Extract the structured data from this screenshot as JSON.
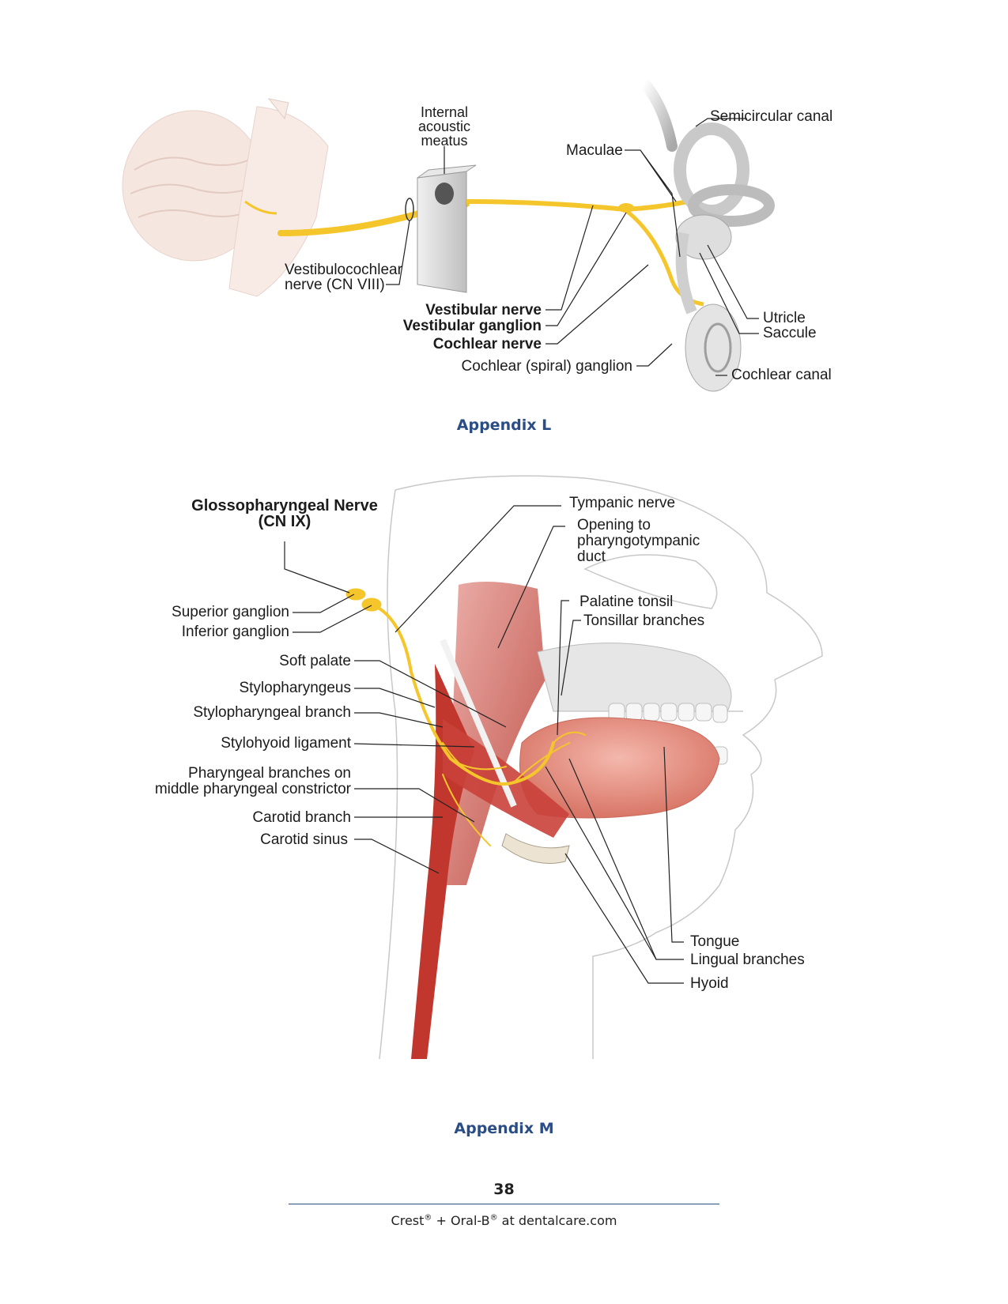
{
  "appendix_l": {
    "caption": "Appendix L",
    "labels": {
      "internal_acoustic_meatus": [
        "Internal",
        "acoustic",
        "meatus"
      ],
      "semicircular_canal": "Semicircular canal",
      "maculae": "Maculae",
      "vestibulocochlear_nerve": [
        "Vestibulocochlear",
        "nerve (CN VIII)"
      ],
      "vestibular_nerve": "Vestibular nerve",
      "vestibular_ganglion": "Vestibular ganglion",
      "cochlear_nerve": "Cochlear nerve",
      "cochlear_spiral_ganglion": "Cochlear (spiral) ganglion",
      "utricle": "Utricle",
      "saccule": "Saccule",
      "cochlear_canal": "Cochlear canal"
    }
  },
  "appendix_m": {
    "caption": "Appendix M",
    "title": [
      "Glossopharyngeal Nerve",
      "(CN IX)"
    ],
    "labels": {
      "tympanic_nerve": "Tympanic nerve",
      "opening_duct": [
        "Opening to",
        "pharyngotympanic",
        "duct"
      ],
      "palatine_tonsil": "Palatine tonsil",
      "tonsillar_branches": "Tonsillar branches",
      "superior_ganglion": "Superior ganglion",
      "inferior_ganglion": "Inferior ganglion",
      "soft_palate": "Soft palate",
      "stylopharyngeus": "Stylopharyngeus",
      "stylopharyngeal_branch": "Stylopharyngeal branch",
      "stylohyoid_ligament": "Stylohyoid ligament",
      "pharyngeal_branches": [
        "Pharyngeal branches on",
        "middle pharyngeal constrictor"
      ],
      "carotid_branch": "Carotid branch",
      "carotid_sinus": "Carotid sinus",
      "tongue": "Tongue",
      "lingual_branches": "Lingual branches",
      "hyoid": "Hyoid"
    }
  },
  "footer": {
    "page_number": "38",
    "brand1": "Crest",
    "reg": "®",
    "plus": " + ",
    "brand2": "Oral-B",
    "suffix": " at dentalcare.com"
  },
  "colors": {
    "caption": "#2a4d86",
    "nerve": "#f5c62b",
    "muscle": "#c9413a",
    "tongue": "#e79a8d",
    "bone_outline": "#bdbdbd"
  }
}
